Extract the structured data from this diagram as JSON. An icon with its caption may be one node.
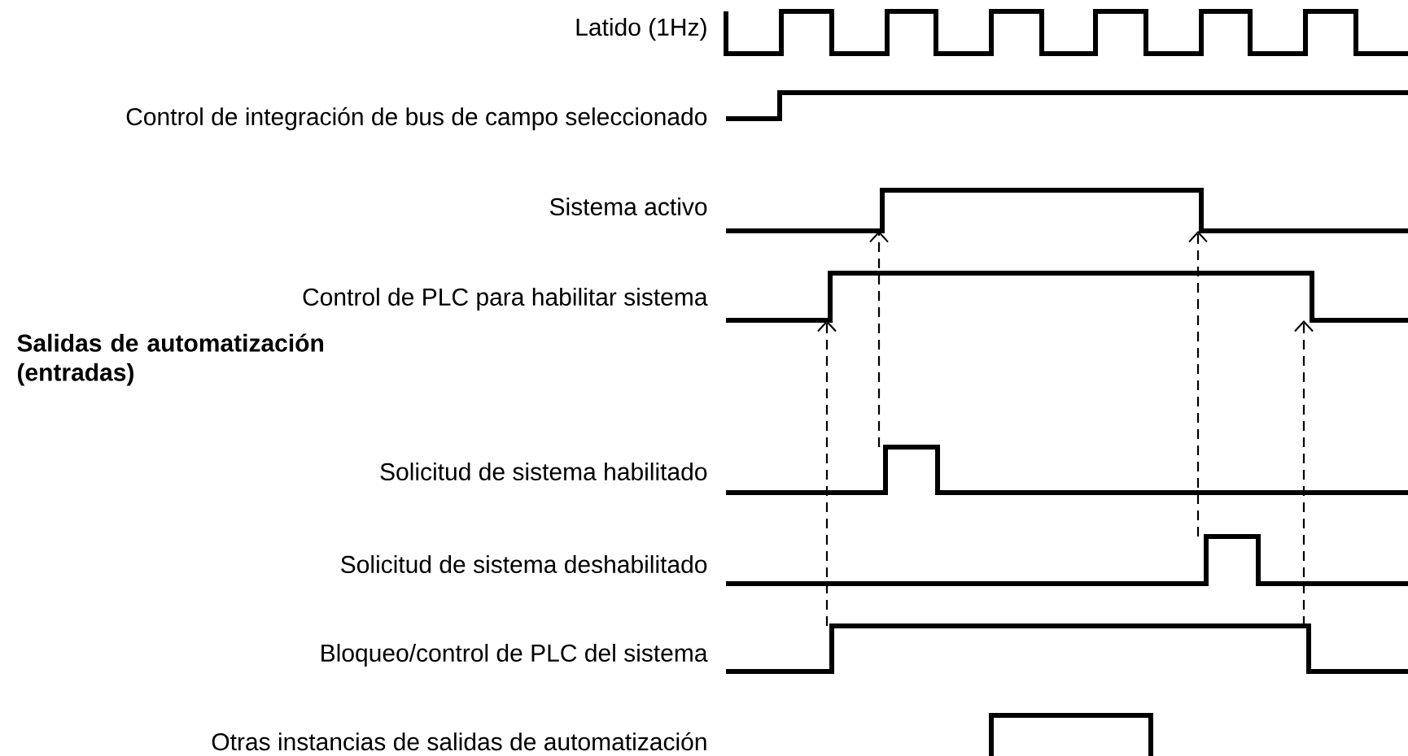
{
  "diagram": {
    "nodes": [
      {
        "text": [],
        "shape": "step"
      },
      {
        "text": [],
        "shape": "step"
      },
      {
        "text": [],
        "shape": "step"
      },
      {
        "text": [],
        "shape": "step"
      },
      {
        "text": [],
        "shape": "step"
      },
      {
        "text": [],
        "shape": "step"
      },
      {
        "text": [],
        "shape": "step"
      },
      {
        "text": [],
        "shape": "step"
      }
    ],
    "edges": [
      {
        "from": 6,
        "to": 2,
        "arrow": "to",
        "style": "dashed"
      },
      {
        "from": 4,
        "to": 0,
        "arrow": "to",
        "style": "dashed"
      },
      {
        "from": 5,
        "to": 1,
        "arrow": "to",
        "style": "dashed"
      },
      {
        "from": 7,
        "to": 3,
        "arrow": "to",
        "style": "dashed"
      }
    ],
    "labels": [
      "Latido (1Hz)",
      "Control de integración de bus de campo seleccionado",
      "Sistema activo",
      "Control de PLC para habilitar sistema",
      "Salidas de automatización (entradas)",
      "Solicitud de sistema habilitado",
      "Solicitud de sistema deshabilitado",
      "Bloqueo/control de PLC del sistema",
      "Otras instancias de salidas de automatización"
    ]
  }
}
